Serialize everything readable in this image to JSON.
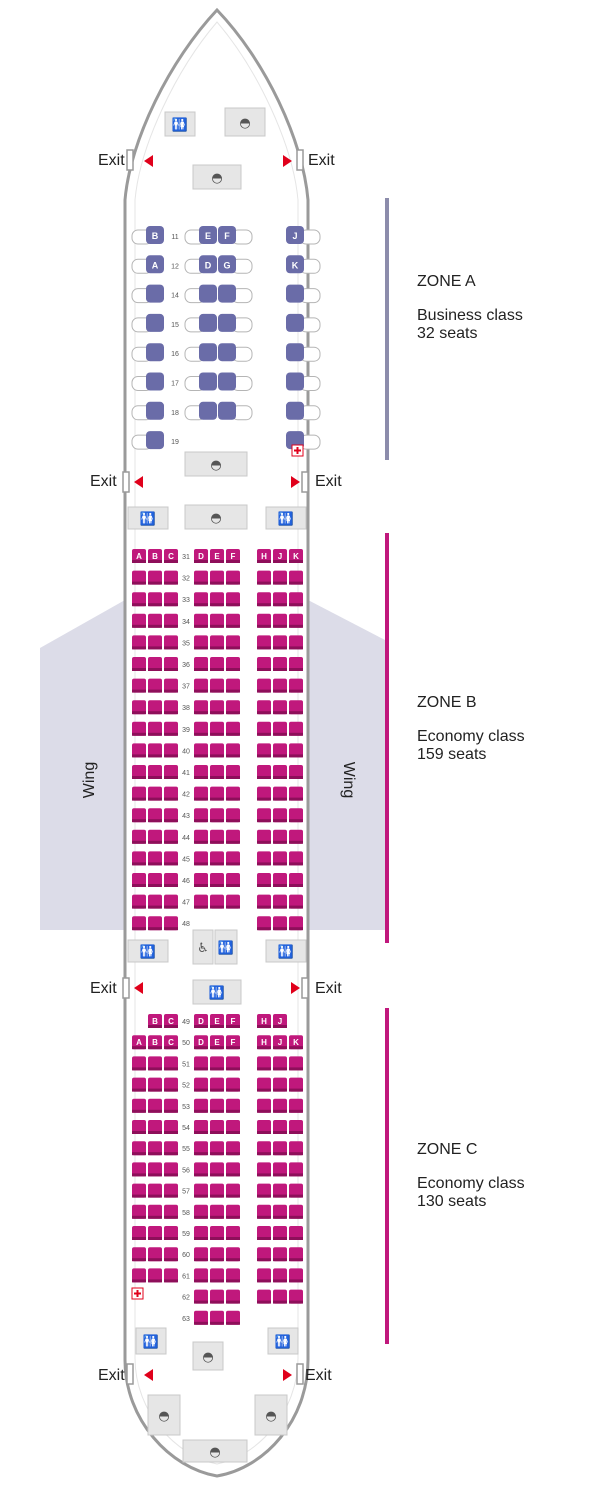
{
  "colors": {
    "business_seat": "#6a6ca8",
    "economy_seat": "#c0187c",
    "fuselage": "#9a9a9a",
    "wing": "#dcdce8",
    "exit_arrow": "#e0001b",
    "zone_a_bar": "#8c8cab",
    "zone_bc_bar": "#c0187c"
  },
  "exits": {
    "label": "Exit"
  },
  "wing": {
    "label": "Wing"
  },
  "zones": [
    {
      "title": "ZONE A",
      "cabin": "Business class",
      "seats": "32 seats"
    },
    {
      "title": "ZONE B",
      "cabin": "Economy class",
      "seats": "159 seats"
    },
    {
      "title": "ZONE C",
      "cabin": "Economy class",
      "seats": "130 seats"
    }
  ],
  "business": {
    "column_letters_row11": [
      "B",
      "E",
      "F",
      "J"
    ],
    "column_letters_row12": [
      "A",
      "D",
      "G",
      "K"
    ],
    "rows": [
      "11",
      "12",
      "14",
      "15",
      "16",
      "17",
      "18",
      "19"
    ]
  },
  "economy": {
    "column_letters": [
      "A",
      "B",
      "C",
      "D",
      "E",
      "F",
      "H",
      "J",
      "K"
    ],
    "zone_b_rows": [
      "31",
      "32",
      "33",
      "34",
      "35",
      "36",
      "37",
      "38",
      "39",
      "40",
      "41",
      "42",
      "43",
      "44",
      "45",
      "46",
      "47",
      "48"
    ],
    "zone_c_rows": [
      "49",
      "50",
      "51",
      "52",
      "53",
      "54",
      "55",
      "56",
      "57",
      "58",
      "59",
      "60",
      "61",
      "62",
      "63"
    ],
    "row49_left_letters": [
      "B",
      "C"
    ],
    "row49_right_letters": [
      "H",
      "J"
    ]
  }
}
